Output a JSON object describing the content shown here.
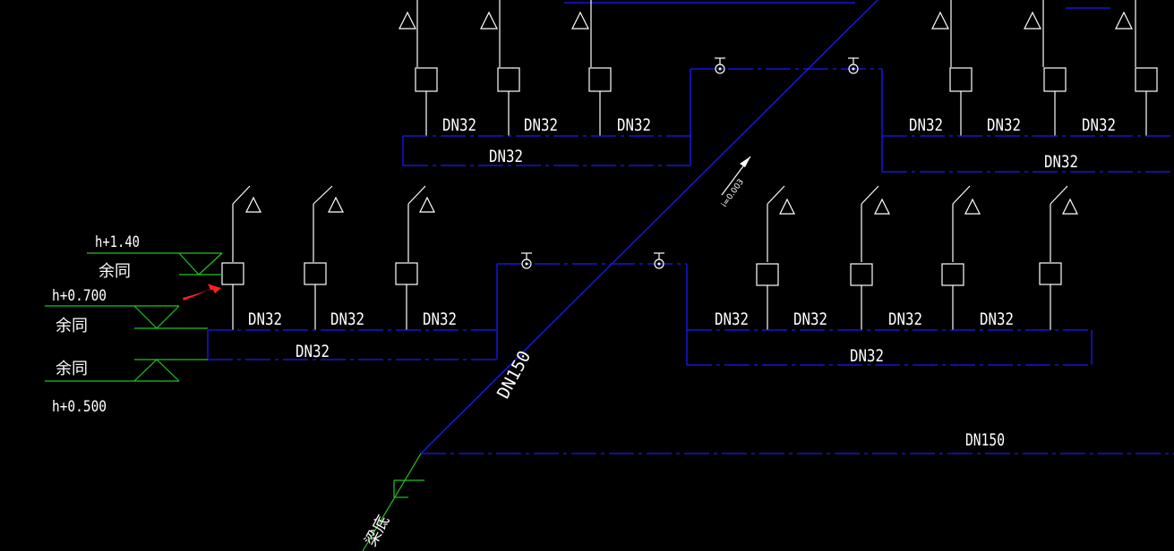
{
  "colors": {
    "background": "#000000",
    "pipe": "#1a1aff",
    "fixture": "#ffffff",
    "level_marker": "#22c322",
    "pointer_arrow": "#ff2020"
  },
  "labels": {
    "dn32": "DN32",
    "dn150": "DN150",
    "slope": "i=0.003",
    "level_top": "h+1.40",
    "level_mid": "h+0.700",
    "level_bottom": "h+0.500",
    "same_note": "余同",
    "beam_bottom": "梁底"
  }
}
